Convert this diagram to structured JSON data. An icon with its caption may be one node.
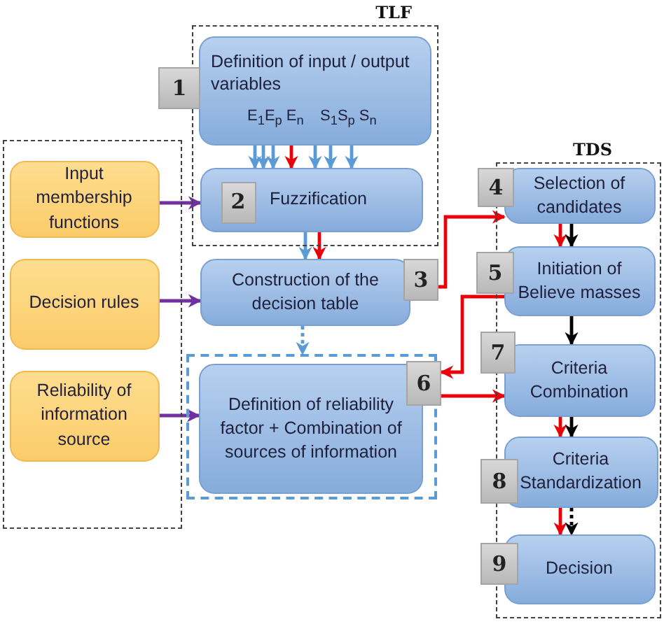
{
  "diagram": {
    "nodes": [
      {
        "text": [
          "TLF"
        ]
      },
      {
        "text": [
          "Definition of input / output variables",
          "E$_{1}$E$_{p}$ E$_{n}$",
          "S$_{1}$S$_{p}$ S$_{n}$"
        ],
        "in": 0
      },
      {
        "text": [
          "1"
        ]
      },
      {
        "text": [
          "Fuzzification"
        ],
        "in": 0
      },
      {
        "text": [
          "2"
        ],
        "in": 3
      },
      {
        "text": [],
        "shape": "box"
      },
      {
        "text": [
          "Input membership functions"
        ],
        "in": 5
      },
      {
        "text": [
          "Decision rules"
        ],
        "in": 5
      },
      {
        "text": [
          "Reliability of information source"
        ],
        "in": 5
      },
      {
        "text": [
          "Construction of the decision table"
        ]
      },
      {
        "text": [
          "3"
        ]
      },
      {
        "text": [],
        "shape": "box"
      },
      {
        "text": [
          "Definition of reliability factor + Combination of sources of information"
        ],
        "in": 11
      },
      {
        "text": [
          "6"
        ]
      },
      {
        "text": [
          "TDS"
        ]
      },
      {
        "text": [
          "Selection of candidates"
        ],
        "in": 14
      },
      {
        "text": [
          "4"
        ]
      },
      {
        "text": [
          "Initiation of Believe masses"
        ],
        "in": 14
      },
      {
        "text": [
          "5"
        ]
      },
      {
        "text": [
          "Criteria Combination"
        ],
        "in": 14
      },
      {
        "text": [
          "7"
        ]
      },
      {
        "text": [
          "Criteria Standardization"
        ],
        "in": 14
      },
      {
        "text": [
          "8"
        ]
      },
      {
        "text": [
          "Decision"
        ],
        "in": 14
      },
      {
        "text": [
          "9"
        ]
      }
    ],
    "edges": [
      {
        "from": 1,
        "to": 3,
        "arrow": "to",
        "color": "#5b9bd5"
      },
      {
        "from": 1,
        "to": 3,
        "arrow": "to",
        "color": "#5b9bd5"
      },
      {
        "from": 1,
        "to": 3,
        "arrow": "to",
        "color": "#5b9bd5"
      },
      {
        "from": 1,
        "to": 3,
        "arrow": "to",
        "color": "#e8000b"
      },
      {
        "from": 1,
        "to": 3,
        "arrow": "to",
        "color": "#5b9bd5"
      },
      {
        "from": 1,
        "to": 3,
        "arrow": "to",
        "color": "#5b9bd5"
      },
      {
        "from": 1,
        "to": 3,
        "arrow": "to",
        "color": "#5b9bd5"
      },
      {
        "from": 3,
        "to": 9,
        "arrow": "to",
        "color": "#5b9bd5"
      },
      {
        "from": 3,
        "to": 9,
        "arrow": "to",
        "color": "#e8000b"
      },
      {
        "from": 9,
        "to": 11,
        "arrow": "to",
        "style": "dashed",
        "color": "#5b9bd5"
      },
      {
        "from": 6,
        "to": 3,
        "arrow": "to",
        "color": "#7030a0"
      },
      {
        "from": 7,
        "to": 9,
        "arrow": "to",
        "color": "#7030a0"
      },
      {
        "from": 8,
        "to": 12,
        "arrow": "to",
        "color": "#7030a0"
      },
      {
        "from": 10,
        "to": 15,
        "arrow": "to",
        "color": "#e8000b"
      },
      {
        "from": 17,
        "to": 13,
        "arrow": "to",
        "color": "#e8000b"
      },
      {
        "from": 13,
        "to": 19,
        "arrow": "to",
        "color": "#e8000b"
      },
      {
        "from": 15,
        "to": 17,
        "arrow": "to",
        "color": "#e8000b"
      },
      {
        "from": 15,
        "to": 17,
        "arrow": "to",
        "color": "#000000"
      },
      {
        "from": 17,
        "to": 19,
        "arrow": "to",
        "color": "#000000"
      },
      {
        "from": 19,
        "to": 21,
        "arrow": "to",
        "color": "#e8000b"
      },
      {
        "from": 19,
        "to": 21,
        "arrow": "to",
        "color": "#000000"
      },
      {
        "from": 21,
        "to": 23,
        "arrow": "to",
        "color": "#e8000b"
      },
      {
        "from": 21,
        "to": 23,
        "arrow": "to",
        "style": "dashed",
        "color": "#000000"
      }
    ]
  }
}
